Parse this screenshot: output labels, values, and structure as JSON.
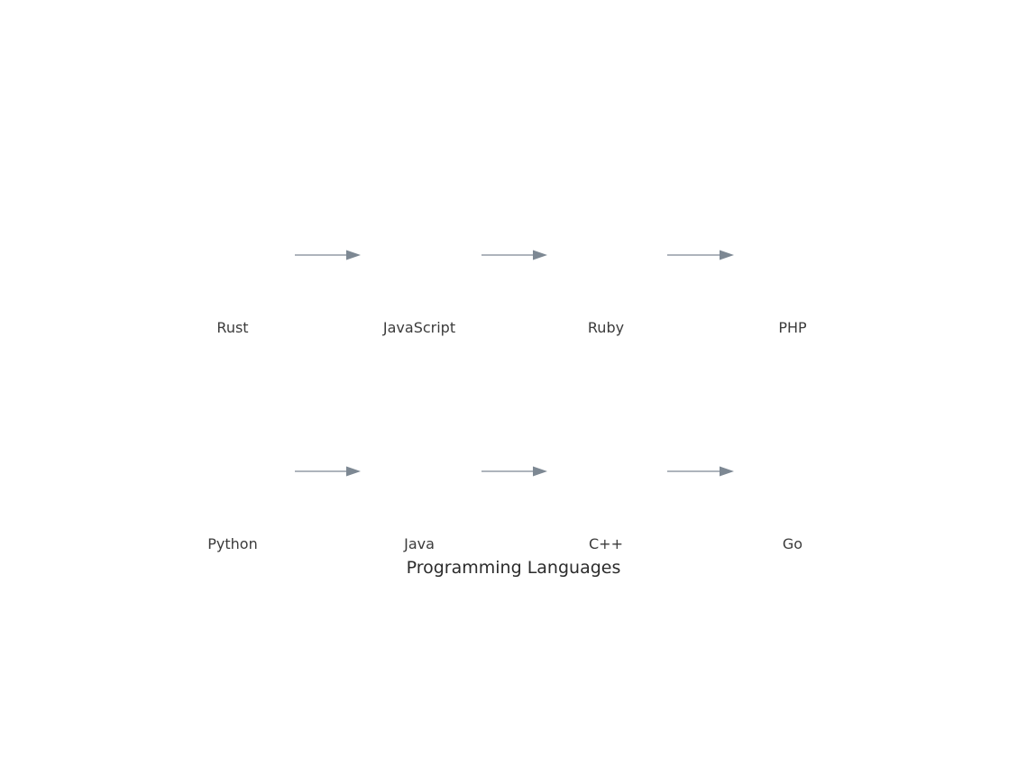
{
  "diagram": {
    "title": "Programming Languages",
    "rows": [
      {
        "nodes": [
          "Rust",
          "JavaScript",
          "Ruby",
          "PHP"
        ]
      },
      {
        "nodes": [
          "Python",
          "Java",
          "C++",
          "Go"
        ]
      }
    ],
    "edges": [
      {
        "from": "Rust",
        "to": "JavaScript"
      },
      {
        "from": "JavaScript",
        "to": "Ruby"
      },
      {
        "from": "Ruby",
        "to": "PHP"
      },
      {
        "from": "Python",
        "to": "Java"
      },
      {
        "from": "Java",
        "to": "C++"
      },
      {
        "from": "C++",
        "to": "Go"
      }
    ],
    "arrow_color": "#7d8893",
    "text_color": "#3b3b3b"
  }
}
